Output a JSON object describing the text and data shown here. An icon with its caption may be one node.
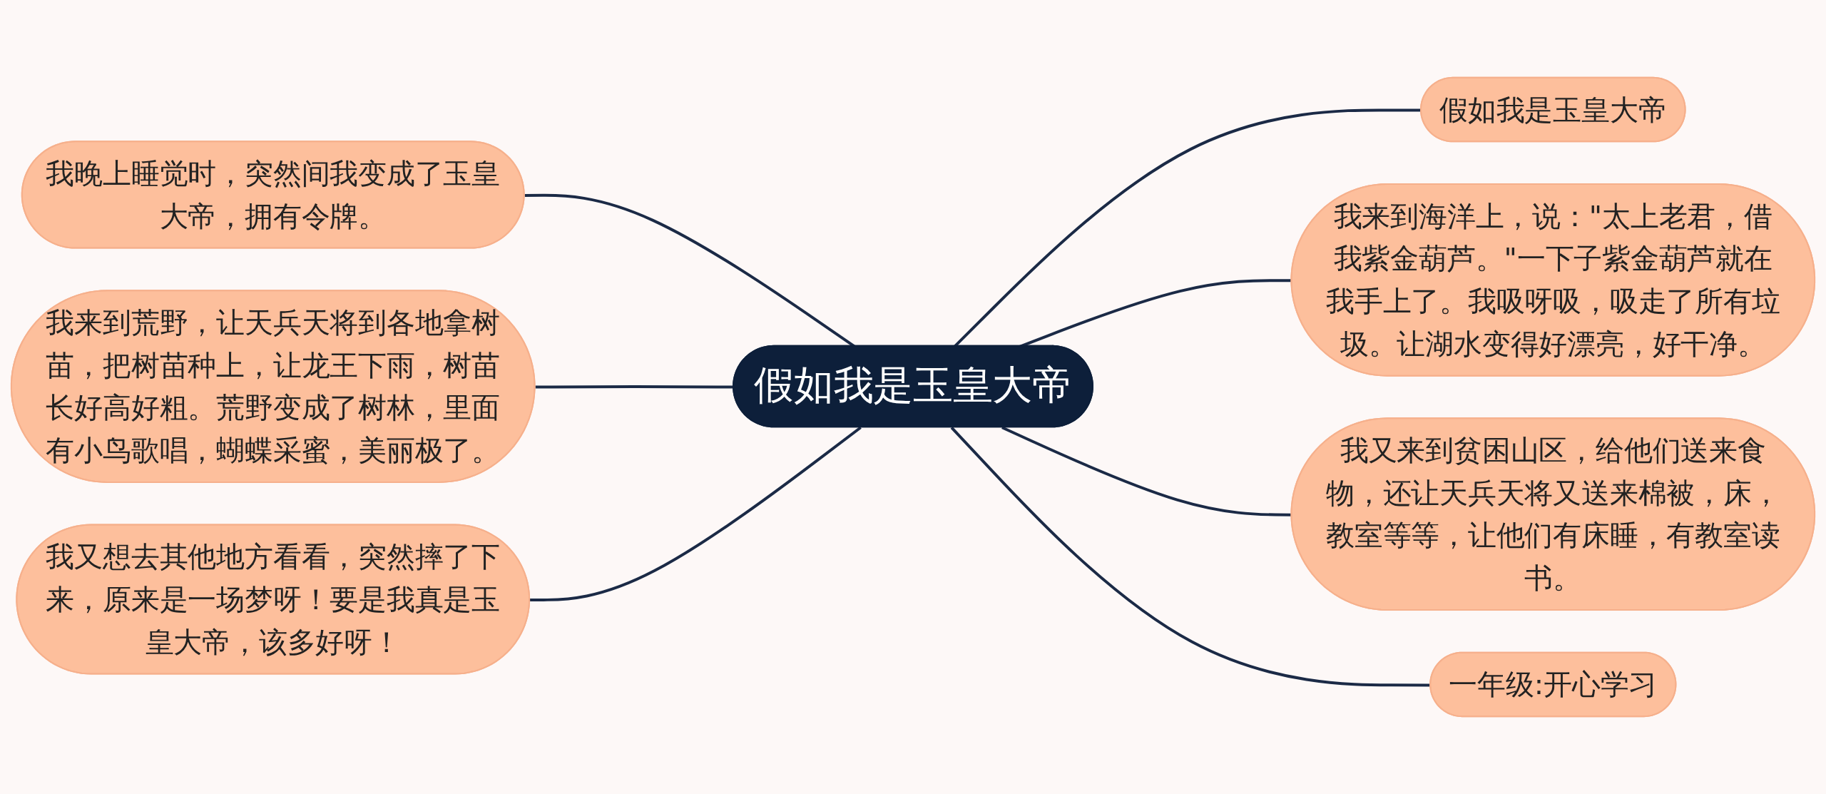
{
  "diagram": {
    "nodes": [
      {
        "text": [
          "假如我是玉皇大帝"
        ]
      },
      {
        "text": [
          "假如我是玉皇大帝"
        ]
      },
      {
        "text": [
          "我来到海洋上，说：\"太上老君，借我紫金葫芦。\"一下子紫金葫芦就在我手上了。我吸呀吸，吸走了所有垃圾。让湖水变得好漂亮，好干净。"
        ]
      },
      {
        "text": [
          "我又来到贫困山区，给他们送来食物，还让天兵天将又送来棉被，床，教室等等，让他们有床睡，有教室读书。"
        ]
      },
      {
        "text": [
          "一年级:开心学习"
        ]
      },
      {
        "text": [
          "我晚上睡觉时，突然间我变成了玉皇大帝，拥有令牌。"
        ]
      },
      {
        "text": [
          "我来到荒野，让天兵天将到各地拿树苗，把树苗种上，让龙王下雨，树苗长好高好粗。荒野变成了树林，里面有小鸟歌唱，蝴蝶采蜜，美丽极了。"
        ]
      },
      {
        "text": [
          "我又想去其他地方看看，突然摔了下来，原来是一场梦呀！要是我真是玉皇大帝，该多好呀！"
        ]
      }
    ],
    "edges": [
      {
        "from": 0,
        "to": 1,
        "arrow": "none"
      },
      {
        "from": 0,
        "to": 2,
        "arrow": "none"
      },
      {
        "from": 0,
        "to": 3,
        "arrow": "none"
      },
      {
        "from": 0,
        "to": 4,
        "arrow": "none"
      },
      {
        "from": 5,
        "to": 0,
        "arrow": "none"
      },
      {
        "from": 6,
        "to": 0,
        "arrow": "none"
      },
      {
        "from": 7,
        "to": 0,
        "arrow": "none"
      }
    ]
  }
}
